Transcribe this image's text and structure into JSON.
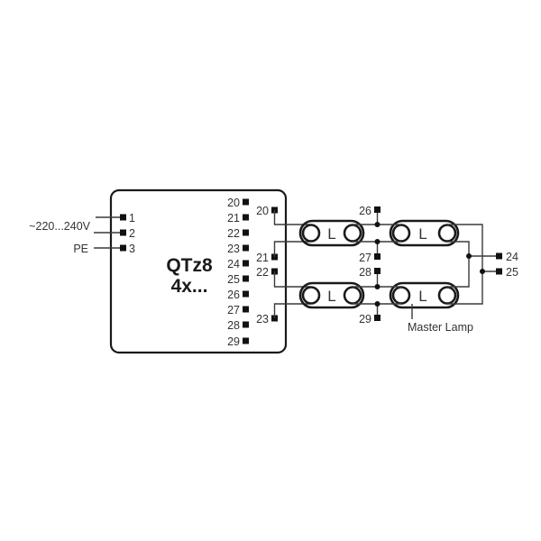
{
  "device": {
    "name": "QTz8",
    "variant": "4x..."
  },
  "input": {
    "supply_label": "~220...240V",
    "pe_label": "PE",
    "terminals": [
      "1",
      "2",
      "3"
    ]
  },
  "output_terminals_list": [
    "20",
    "21",
    "22",
    "23",
    "24",
    "25",
    "26",
    "27",
    "28",
    "29"
  ],
  "lamp_side_terminals": {
    "t20": "20",
    "t21": "21",
    "t22": "22",
    "t23": "23",
    "t24": "24",
    "t25": "25",
    "t26": "26",
    "t27": "27",
    "t28": "28",
    "t29": "29"
  },
  "lamps": [
    {
      "id": "lamp-1",
      "label": "L"
    },
    {
      "id": "lamp-2",
      "label": "L"
    },
    {
      "id": "lamp-3",
      "label": "L"
    },
    {
      "id": "lamp-4",
      "label": "L"
    }
  ],
  "annotations": {
    "master_lamp": "Master Lamp"
  },
  "colors": {
    "line": "#1a1a1a",
    "text": "#333333",
    "background": "#ffffff"
  }
}
